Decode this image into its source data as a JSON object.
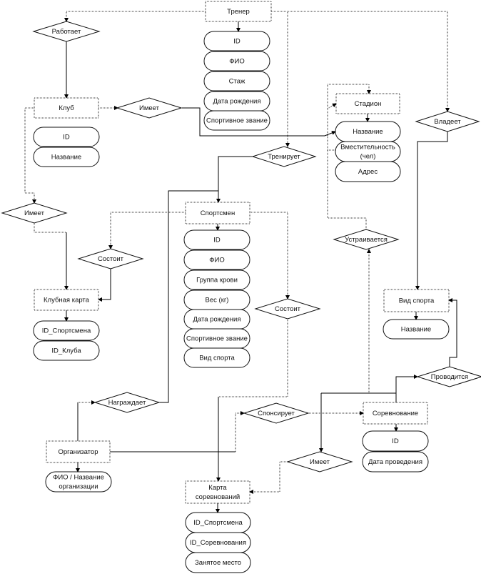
{
  "entities": {
    "trainer": {
      "label": [
        "Тренер"
      ],
      "attributes": [
        [
          "ID"
        ],
        [
          "ФИО"
        ],
        [
          "Стаж"
        ],
        [
          "Дата рождения"
        ],
        [
          "Спортивное звание"
        ]
      ]
    },
    "club": {
      "label": [
        "Клуб"
      ],
      "attributes": [
        [
          "ID"
        ],
        [
          "Название"
        ]
      ]
    },
    "stadium": {
      "label": [
        "Стадион"
      ],
      "attributes": [
        [
          "Название"
        ],
        [
          "Вместительность",
          "(чел)"
        ],
        [
          "Адрес"
        ]
      ]
    },
    "athlete": {
      "label": [
        "Спортсмен"
      ],
      "attributes": [
        [
          "ID"
        ],
        [
          "ФИО"
        ],
        [
          "Группа крови"
        ],
        [
          "Вес (кг)"
        ],
        [
          "Дата рождения"
        ],
        [
          "Спортивное звание"
        ],
        [
          "Вид спорта"
        ]
      ]
    },
    "club_card": {
      "label": [
        "Клубная карта"
      ],
      "attributes": [
        [
          "ID_Спортсмена"
        ],
        [
          "ID_Клуба"
        ]
      ]
    },
    "sport": {
      "label": [
        "Вид спорта"
      ],
      "attributes": [
        [
          "Название"
        ]
      ]
    },
    "competition": {
      "label": [
        "Соревнование"
      ],
      "attributes": [
        [
          "ID"
        ],
        [
          "Дата проведения"
        ]
      ]
    },
    "organizer": {
      "label": [
        "Организатор"
      ],
      "attributes": [
        [
          "ФИО / Название",
          "организации"
        ]
      ]
    },
    "competition_card": {
      "label": [
        "Карта",
        "соревнований"
      ],
      "attributes": [
        [
          "ID_Спортсмена"
        ],
        [
          "ID_Соревнования"
        ],
        [
          "Занятое место"
        ]
      ]
    }
  },
  "relationships": {
    "works": [
      "Работает"
    ],
    "club_has": [
      "Имеет"
    ],
    "owns": [
      "Владеет"
    ],
    "trains": [
      "Тренирует"
    ],
    "has_card": [
      "Имеет"
    ],
    "consists_left": [
      "Состоит"
    ],
    "consists_right": [
      "Состоит"
    ],
    "hosted": [
      "Устраивается"
    ],
    "held": [
      "Проводится"
    ],
    "awards": [
      "Награждает"
    ],
    "sponsors": [
      "Спонсирует"
    ],
    "comp_has": [
      "Имеет"
    ]
  }
}
